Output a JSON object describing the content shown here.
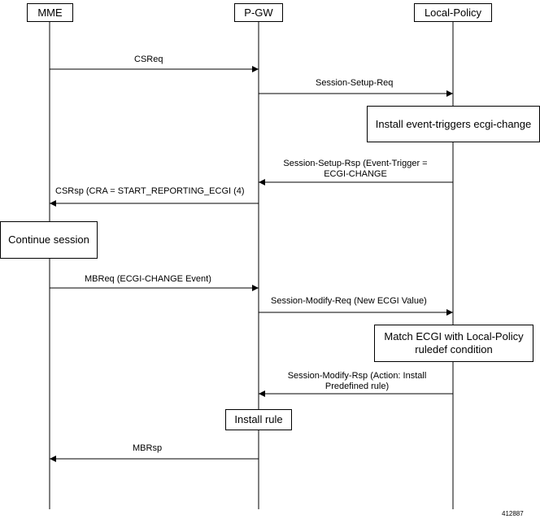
{
  "actors": {
    "mme": "MME",
    "pgw": "P-GW",
    "local_policy": "Local-Policy"
  },
  "messages": {
    "csreq": "CSReq",
    "session_setup_req": "Session-Setup-Req",
    "session_setup_rsp_1": "Session-Setup-Rsp (Event-Trigger =",
    "session_setup_rsp_2": "ECGI-CHANGE",
    "csrsp": "CSRsp (CRA = START_REPORTING_ECGI (4)",
    "mbreq": "MBReq (ECGI-CHANGE Event)",
    "session_modify_req": "Session-Modify-Req (New ECGI Value)",
    "session_modify_rsp_1": "Session-Modify-Rsp (Action: Install",
    "session_modify_rsp_2": "Predefined rule)",
    "mbrsp": "MBRsp"
  },
  "actions": {
    "install_triggers": "Install event-triggers ecgi-change",
    "continue_session": "Continue session",
    "match_ecgi_1": "Match ECGI with Local-Policy",
    "match_ecgi_2": "ruledef condition",
    "install_rule": "Install rule"
  },
  "figure_id": "412887"
}
